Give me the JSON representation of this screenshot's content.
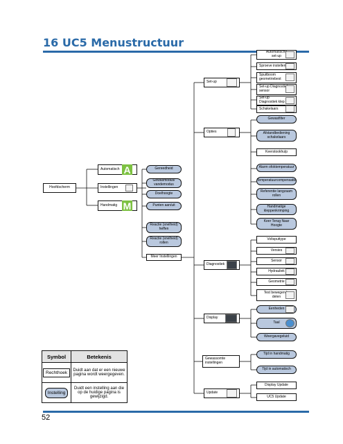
{
  "heading": "16 UC5 Menustructuur",
  "page_number": "52",
  "root": "Hoofdscherm",
  "col1": [
    "Automatisch",
    "Instellingen",
    "Handmatig"
  ],
  "col2": [
    "Gereedheid",
    "Gewasmodus/\nvandemodus",
    "Doelhoogte",
    "Punten aan/uit",
    "Reactie (snelheid)\nheffen",
    "Reactie (snelheid)\nrollen",
    "Meer Instellingen"
  ],
  "col3": [
    "Set-up",
    "Opties",
    "Diagnostiek",
    "Display",
    "Gewassomte\ninstellingen",
    "Update"
  ],
  "col4": [
    "Automatische\nset-up",
    "Sproeve instellen",
    "Spuitboom\ngeometriebest",
    "Set-up Diagnostiek\nsensor",
    "Set-up\nDiagnostiek klep",
    "Schakelaars",
    "Gewasfilter",
    "Afstandbediening\nschakelaars",
    "Keerstookhulp",
    "Alarm ofoktemperatuur",
    "Temperatuurcompensatie",
    "Referentie langzaam\nrollen",
    "Handmatige\nkleppenkrimping",
    "Keer Terug Naar\nHoogte",
    "Voltsputtype",
    "Versies",
    "Sensor",
    "Hydrauliek",
    "Geometrie",
    "Test bewegende\ndelen",
    "Eenheden",
    "Taal",
    "Weergavegeluid",
    "Tijd in handmatig",
    "Tijd in automatisch",
    "Display Update",
    "UC5 Update"
  ],
  "legend": {
    "col_symbol": "Symbol",
    "col_meaning": "Betekenis",
    "rows": [
      {
        "symbol": "Rechthoek",
        "meaning": "Duidt aan dat er een nieuwe pagina wordt weergegeven."
      },
      {
        "symbol": "Instelling",
        "meaning": "Duidt een instelling aan die op de huidige pagina is gewijzigd."
      }
    ]
  }
}
